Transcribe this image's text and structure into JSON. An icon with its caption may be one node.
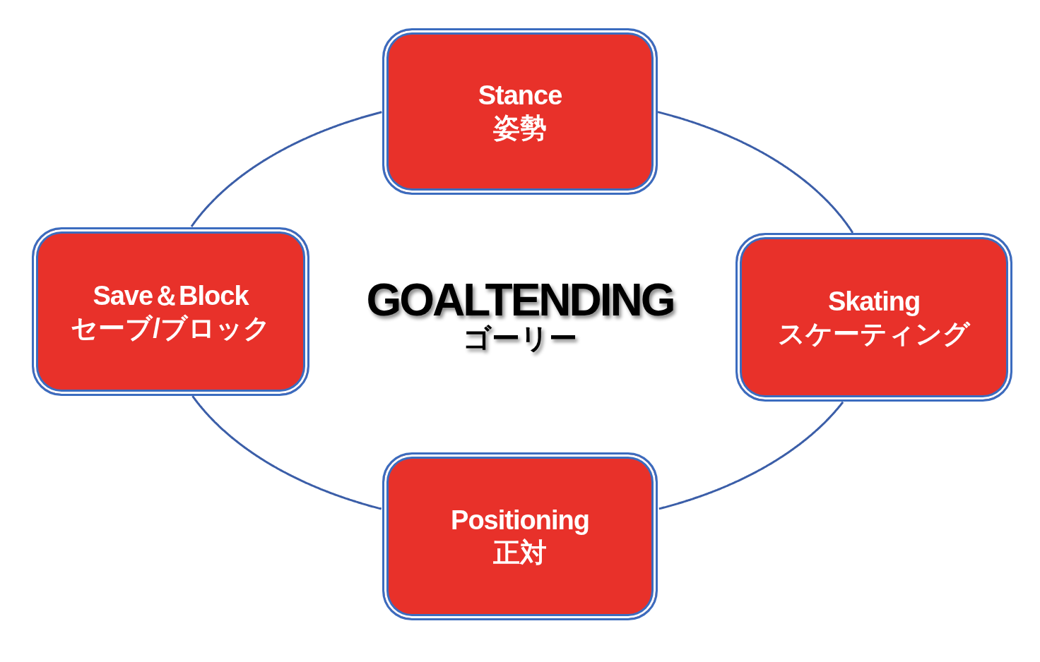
{
  "diagram": {
    "nodes": [
      {
        "text": [
          "Stance",
          "姿勢"
        ]
      },
      {
        "text": [
          "Skating",
          "スケーティング"
        ]
      },
      {
        "text": [
          "Positioning",
          "正対"
        ]
      },
      {
        "text": [
          "Save＆Block",
          "セーブ/ブロック"
        ]
      }
    ],
    "edges": [
      {
        "from": 0,
        "to": 1,
        "arrow": "none"
      },
      {
        "from": 1,
        "to": 2,
        "arrow": "none"
      },
      {
        "from": 2,
        "to": 3,
        "arrow": "none"
      },
      {
        "from": 3,
        "to": 0,
        "arrow": "none"
      }
    ],
    "labels": [
      "GOALTENDING",
      "ゴーリー"
    ]
  }
}
